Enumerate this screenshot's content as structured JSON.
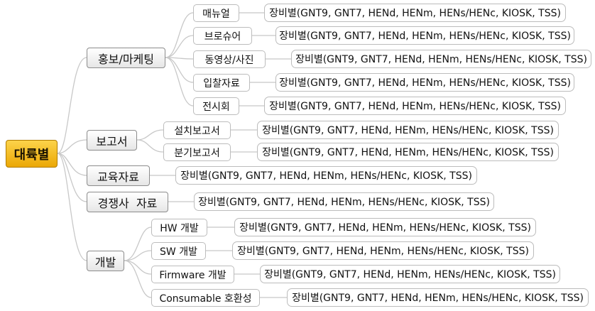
{
  "root": {
    "label": "대륙별"
  },
  "categories": {
    "promo": {
      "label": "홍보/마케팅",
      "items": [
        {
          "label": "매뉴얼",
          "detail": "장비별(GNT9, GNT7, HENd, HENm, HENs/HENc, KIOSK, TSS)"
        },
        {
          "label": "브로슈어",
          "detail": "장비별(GNT9, GNT7, HENd, HENm, HENs/HENc, KIOSK, TSS)"
        },
        {
          "label": "동영상/사진",
          "detail": "장비별(GNT9, GNT7, HENd, HENm, HENs/HENc, KIOSK, TSS)"
        },
        {
          "label": "입찰자료",
          "detail": "장비별(GNT9, GNT7, HENd, HENm, HENs/HENc, KIOSK, TSS)"
        },
        {
          "label": "전시회",
          "detail": "장비별(GNT9, GNT7, HENd, HENm, HENs/HENc, KIOSK, TSS)"
        }
      ]
    },
    "report": {
      "label": "보고서",
      "items": [
        {
          "label": "설치보고서",
          "detail": "장비별(GNT9, GNT7, HENd, HENm, HENs/HENc, KIOSK, TSS)"
        },
        {
          "label": "분기보고서",
          "detail": "장비별(GNT9, GNT7, HENd, HENm, HENs/HENc, KIOSK, TSS)"
        }
      ]
    },
    "education": {
      "label": "교육자료",
      "detail": "장비별(GNT9, GNT7, HENd, HENm, HENs/HENc, KIOSK, TSS)"
    },
    "competitor": {
      "label": "경쟁사  자료",
      "detail": "장비별(GNT9, GNT7, HENd, HENm, HENs/HENc, KIOSK, TSS)"
    },
    "dev": {
      "label": "개발",
      "items": [
        {
          "label": "HW 개발",
          "detail": "장비별(GNT9, GNT7, HENd, HENm, HENs/HENc, KIOSK, TSS)"
        },
        {
          "label": "SW 개발",
          "detail": "장비별(GNT9, GNT7, HENd, HENm, HENs/HENc, KIOSK, TSS)"
        },
        {
          "label": "Firmware 개발",
          "detail": "장비별(GNT9, GNT7, HENd, HENm, HENs/HENc, KIOSK, TSS)"
        },
        {
          "label": "Consumable 호환성",
          "detail": "장비별(GNT9, GNT7, HENd, HENm, HENs/HENc, KIOSK, TSS)"
        }
      ]
    }
  },
  "colors": {
    "root_fill": "#f5b90f",
    "edge": "#c8c8c8",
    "node_border": "#bcbcbc"
  }
}
